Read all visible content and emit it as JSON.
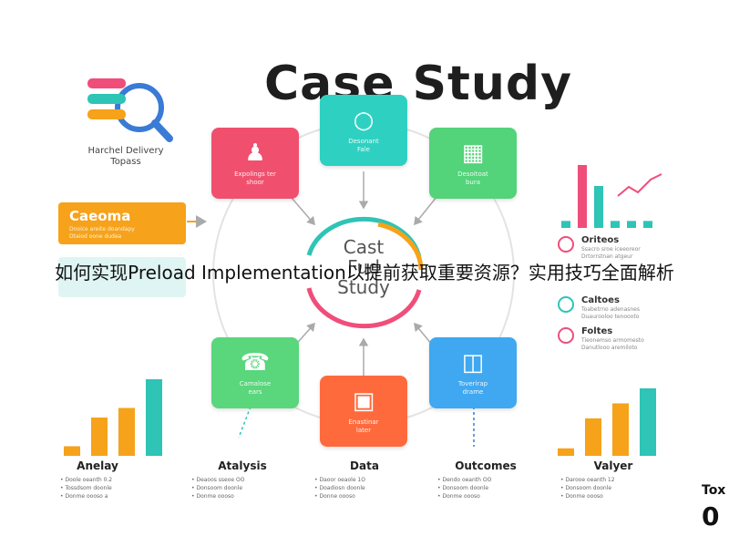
{
  "title": "Case Study",
  "banner": "如何实现Preload Implementation以提前获取重要资源？实用技巧全面解析",
  "logo": {
    "text": "Harchel Delivery\nTopass",
    "colors": [
      "#f04e7a",
      "#2ec4b6",
      "#f6a21a"
    ]
  },
  "center": {
    "text": "Cast\nFud\nStudy"
  },
  "nodes": [
    {
      "id": "person",
      "label": "Expolings ter\nshoor",
      "color": "#f0506e",
      "icon": "person-icon"
    },
    {
      "id": "chat",
      "label": "Desonant\nFale",
      "color": "#2ed1c1",
      "icon": "chat-icon"
    },
    {
      "id": "cube",
      "label": "Desoitoat\nbura",
      "color": "#53d37a",
      "icon": "cube-icon"
    },
    {
      "id": "phone",
      "label": "Camalose\nears",
      "color": "#5ad67c",
      "icon": "phone-icon"
    },
    {
      "id": "bag",
      "label": "Enastinar\nlater",
      "color": "#ff6a3d",
      "icon": "bag-icon"
    },
    {
      "id": "box",
      "label": "Toverirap\ndrame",
      "color": "#3fa8f0",
      "icon": "box-icon"
    }
  ],
  "callouts": [
    {
      "id": "orange",
      "title": "Caeoma",
      "sub": "Dnoice areite doandapy\nDtaiod oone dudea",
      "color": "#f6a21a"
    }
  ],
  "legend": [
    {
      "title": "Oriteos",
      "sub": "Ssacro sroe iceeoreor\nDrtorrstnan atgeur",
      "color": "#f04e7a"
    },
    {
      "title": "Caltoes",
      "sub": "Toabetrno adenasnes\nDuaurooloo tenoooto",
      "color": "#2ec4b6"
    },
    {
      "title": "Foltes",
      "sub": "Tieonemso armomesto\nDanutlooo aremiloto",
      "color": "#f04e7a"
    }
  ],
  "columns": [
    {
      "label": "Anelay",
      "bullets": "•  Doole oeanth   0.2\n•  Tossdsom doonle\n•  Donme oooso a"
    },
    {
      "label": "Atalysis",
      "bullets": "•  Deaoos sseoe   OO\n•  Donsoom doonle\n•  Donme oooso"
    },
    {
      "label": "Data",
      "bullets": "•  Daoor oeaole   1O\n•  Doadiosn doonle\n•  Donne oooso"
    },
    {
      "label": "Outcomes",
      "bullets": "•  Dendo oeanth   OO\n•  Donsoom doonle\n•  Donme oooso"
    },
    {
      "label": "Valyer",
      "bullets": "•  Darooe oeanth   12\n•  Donsoom doonle\n•  Donme oooso"
    }
  ],
  "chart_data": [
    {
      "type": "bar",
      "values": [
        1,
        4,
        5,
        8
      ],
      "colors": [
        "#f6a21a",
        "#f6a21a",
        "#f6a21a",
        "#2ec4b6"
      ]
    },
    {
      "type": "bar",
      "values": [
        1,
        5,
        7,
        9
      ],
      "colors": [
        "#f6a21a",
        "#f6a21a",
        "#f6a21a",
        "#2ec4b6"
      ]
    },
    {
      "type": "bar",
      "values": [
        1,
        9,
        6,
        1,
        1,
        1
      ],
      "colors": [
        "#2ec4b6",
        "#f04e7a",
        "#2ec4b6",
        "#2ec4b6",
        "#2ec4b6",
        "#2ec4b6"
      ]
    }
  ],
  "corner": {
    "label": "Tox",
    "value": "0"
  }
}
